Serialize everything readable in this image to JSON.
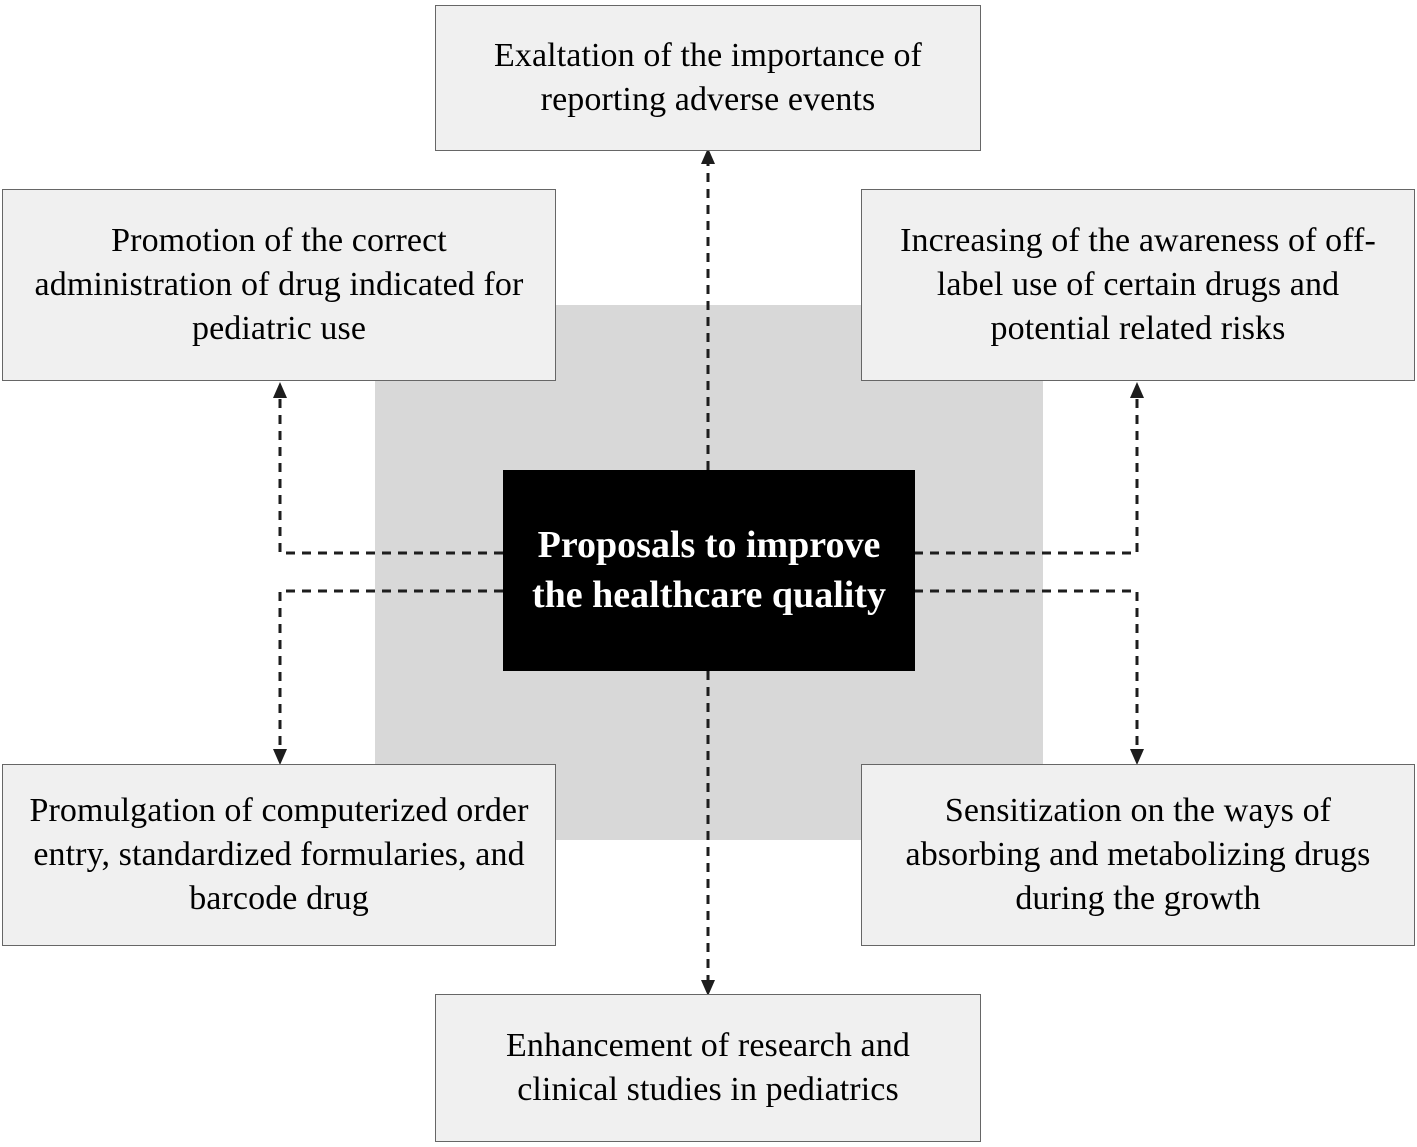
{
  "diagram": {
    "title": "Proposals to improve the healthcare quality",
    "hub": {
      "label": "Proposals to improve the healthcare quality"
    },
    "nodes": [
      {
        "id": "top",
        "label": "Exaltation of the importance of reporting adverse events"
      },
      {
        "id": "top-left",
        "label": "Promotion of the correct administration of drug indicated for pediatric use"
      },
      {
        "id": "top-right",
        "label": "Increasing of the awareness of off-label use of certain drugs and potential related risks"
      },
      {
        "id": "bottom-left",
        "label": "Promulgation of computerized order entry, standardized formularies, and barcode drug"
      },
      {
        "id": "bottom-right",
        "label": "Sensitization on the ways of absorbing and metabolizing drugs during the growth"
      },
      {
        "id": "bottom",
        "label": "Enhancement of research and clinical studies in pediatrics"
      }
    ],
    "colors": {
      "hub_background": "#000000",
      "hub_text": "#ffffff",
      "node_background": "#f0f0f0",
      "node_border": "#666666",
      "backdrop": "#d8d8d8",
      "connector": "#1d1d1d",
      "page_background": "#ffffff"
    },
    "connectors": {
      "style": "dashed",
      "arrowheads": "single, pointing outward from hub to each node",
      "count": 6
    }
  }
}
